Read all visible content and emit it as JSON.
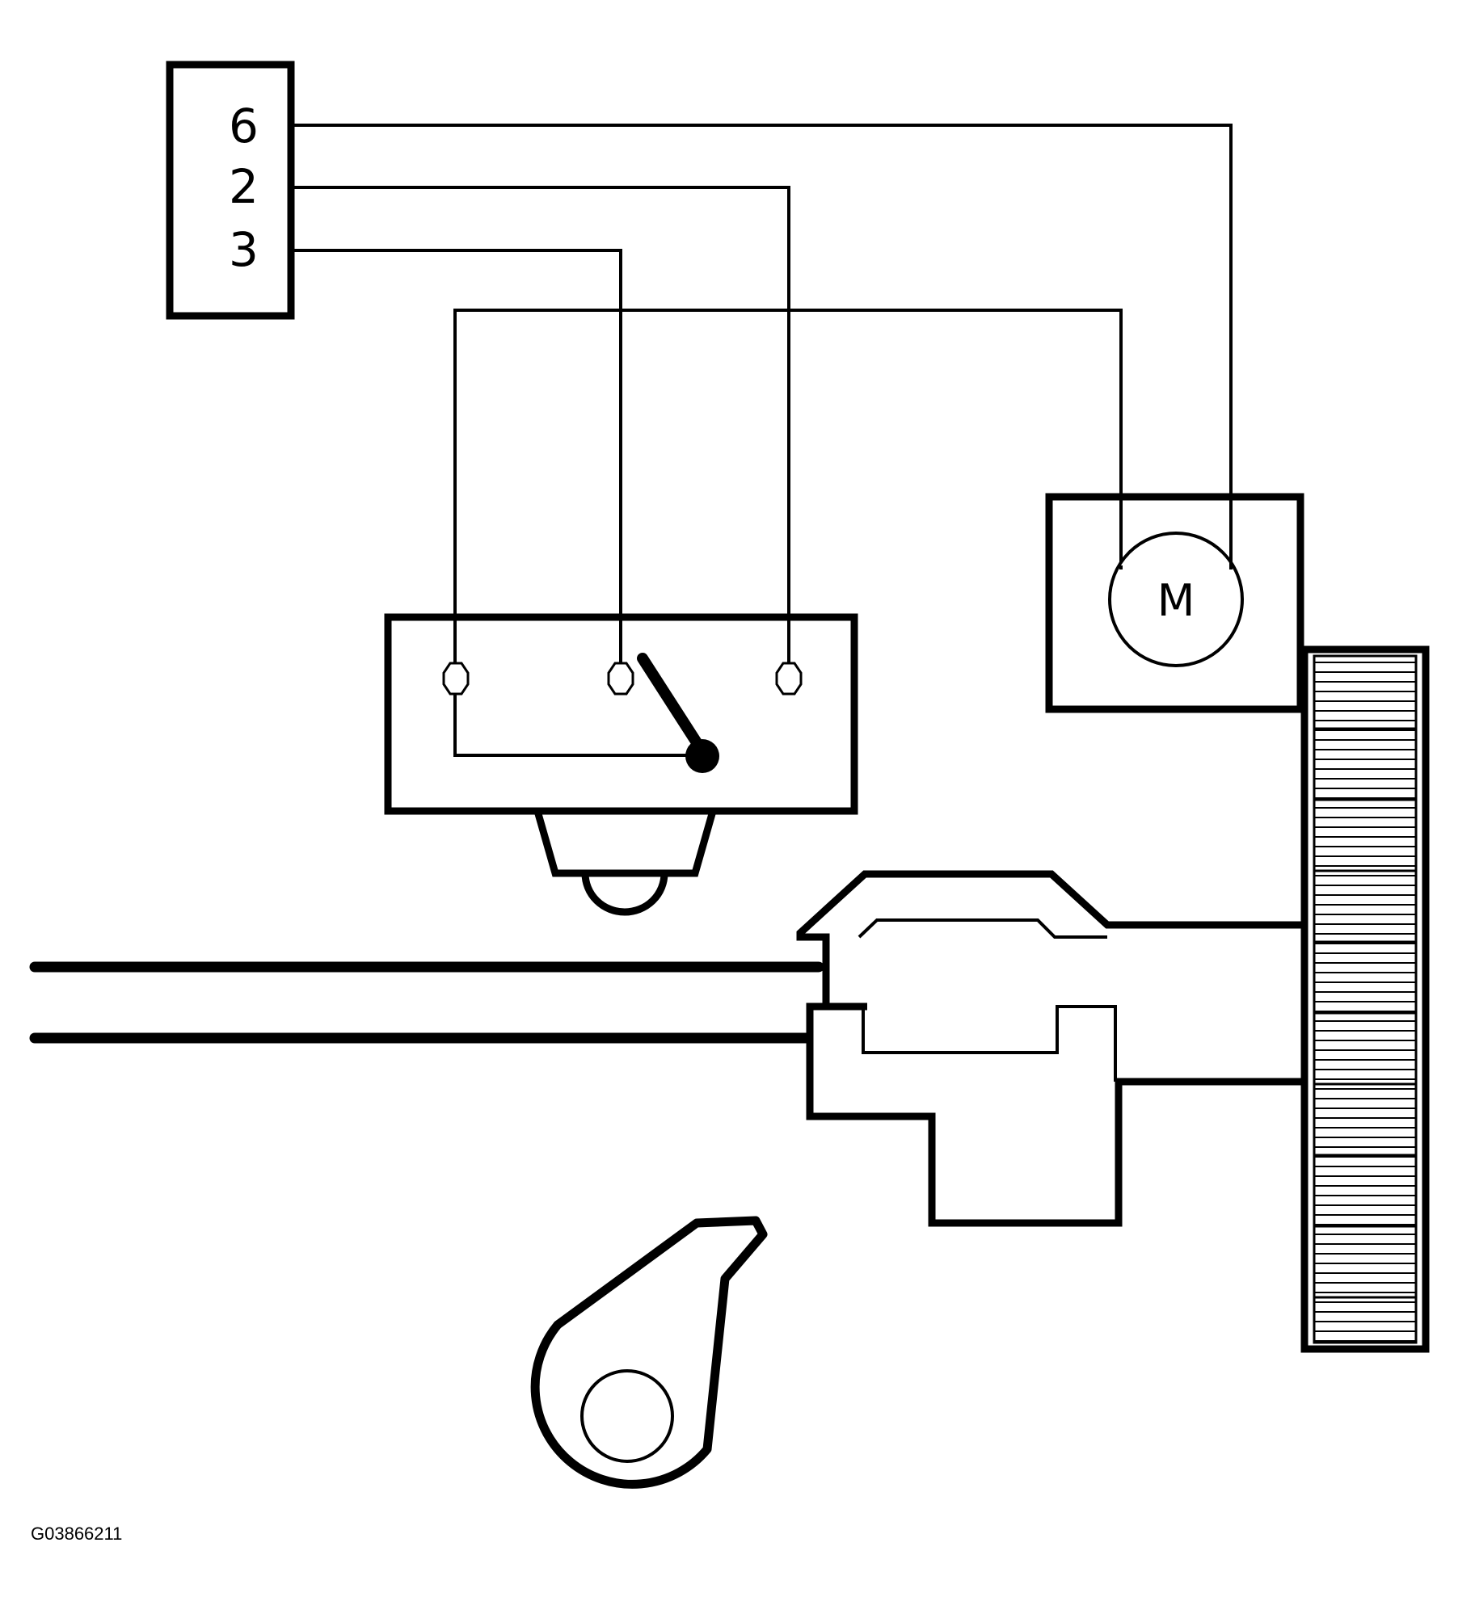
{
  "connector": {
    "pins": [
      {
        "label": "6"
      },
      {
        "label": "2"
      },
      {
        "label": "3"
      }
    ]
  },
  "motor": {
    "label": "M"
  },
  "figure_id": "G03866211",
  "colors": {
    "line": "#000000",
    "background": "#ffffff"
  }
}
